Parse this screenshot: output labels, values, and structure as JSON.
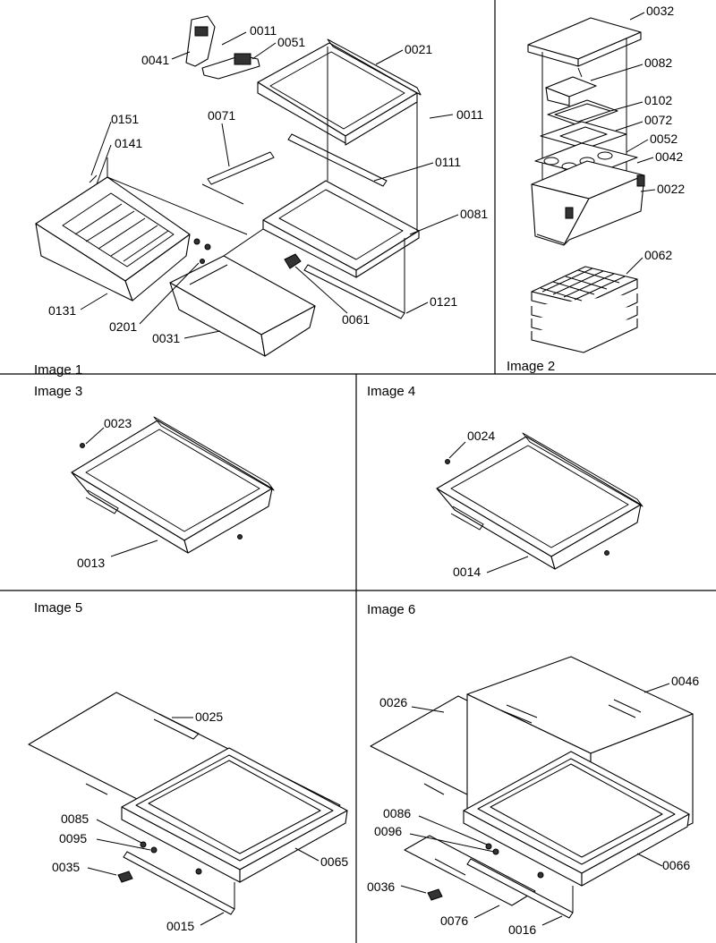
{
  "panels": {
    "image1": {
      "title": "Image 1"
    },
    "image2": {
      "title": "Image 2"
    },
    "image3": {
      "title": "Image 3"
    },
    "image4": {
      "title": "Image 4"
    },
    "image5": {
      "title": "Image 5"
    },
    "image6": {
      "title": "Image 6"
    }
  },
  "callouts": {
    "c0011a": "0011",
    "c0051": "0051",
    "c0041": "0041",
    "c0021": "0021",
    "c0011b": "0011",
    "c0151": "0151",
    "c0141": "0141",
    "c0071": "0071",
    "c0111": "0111",
    "c0081": "0081",
    "c0131": "0131",
    "c0201": "0201",
    "c0031": "0031",
    "c0061": "0061",
    "c0121": "0121",
    "c0032": "0032",
    "c0082": "0082",
    "c0102": "0102",
    "c0072": "0072",
    "c0052": "0052",
    "c0042": "0042",
    "c0022": "0022",
    "c0062": "0062",
    "c0023": "0023",
    "c0013": "0013",
    "c0024": "0024",
    "c0014": "0014",
    "c0025": "0025",
    "c0085": "0085",
    "c0095": "0095",
    "c0035": "0035",
    "c0065": "0065",
    "c0015": "0015",
    "c0026": "0026",
    "c0046": "0046",
    "c0086": "0086",
    "c0096": "0096",
    "c0036": "0036",
    "c0066": "0066",
    "c0076": "0076",
    "c0016": "0016"
  }
}
